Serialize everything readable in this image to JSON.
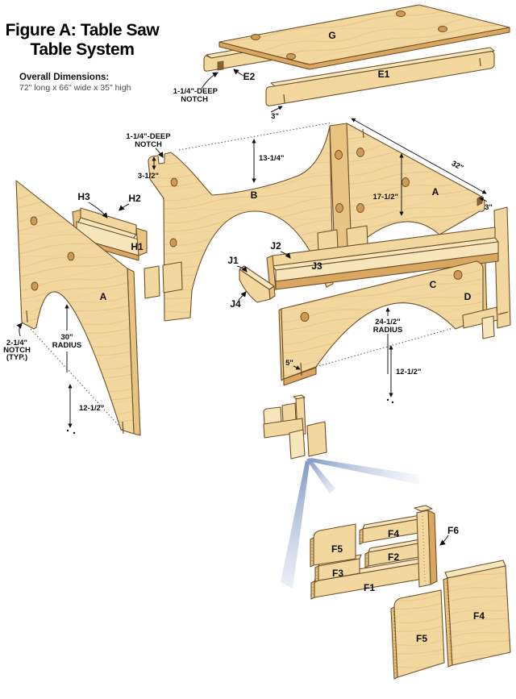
{
  "header": {
    "title_line1": "Figure A: Table Saw",
    "title_line2": "Table System",
    "dims_label": "Overall Dimensions:",
    "dims_value": "72\" long x 66\" wide x 35\" high"
  },
  "parts": {
    "g": "G",
    "e1": "E1",
    "e2": "E2",
    "a_left": "A",
    "a_right": "A",
    "b": "B",
    "c": "C",
    "d": "D",
    "h1": "H1",
    "h2": "H2",
    "h3": "H3",
    "j1": "J1",
    "j2": "J2",
    "j3": "J3",
    "j4": "J4",
    "f1": "F1",
    "f2": "F2",
    "f3": "F3",
    "f4": "F4",
    "f5": "F5",
    "f6": "F6",
    "f4_loose": "F4",
    "f5_loose": "F5"
  },
  "annotations": {
    "notch_e2_l1": "1-1/4\"-DEEP",
    "notch_e2_l2": "NOTCH",
    "notch_b_l1": "1-1/4\"-DEEP",
    "notch_b_l2": "NOTCH",
    "dim_3_e1": "3\"",
    "dim_3_5": "3-1/2\"",
    "dim_13_25": "13-1/4\"",
    "dim_17_5": "17-1/2\"",
    "dim_32": "32\"",
    "dim_3_a": "3\"",
    "rad30_l1": "30\"",
    "rad30_l2": "RADIUS",
    "n214_l1": "2-1/4\"",
    "n214_l2": "NOTCH",
    "n214_l3": "(TYP.)",
    "dim_12_5_left": "12-1/2\"",
    "rad245_l1": "24-1/2\"",
    "rad245_l2": "RADIUS",
    "dim_5": "5\"",
    "dim_12_5_right": "12-1/2\""
  },
  "colors": {
    "wood_face": "#f2d89e",
    "wood_light": "#f7e6bc",
    "wood_edge": "#e7c482",
    "wood_dark": "#d9a75f",
    "outline": "#6f4f28",
    "ray_blue": "#8ba3cc",
    "text": "#0d0d0d"
  }
}
